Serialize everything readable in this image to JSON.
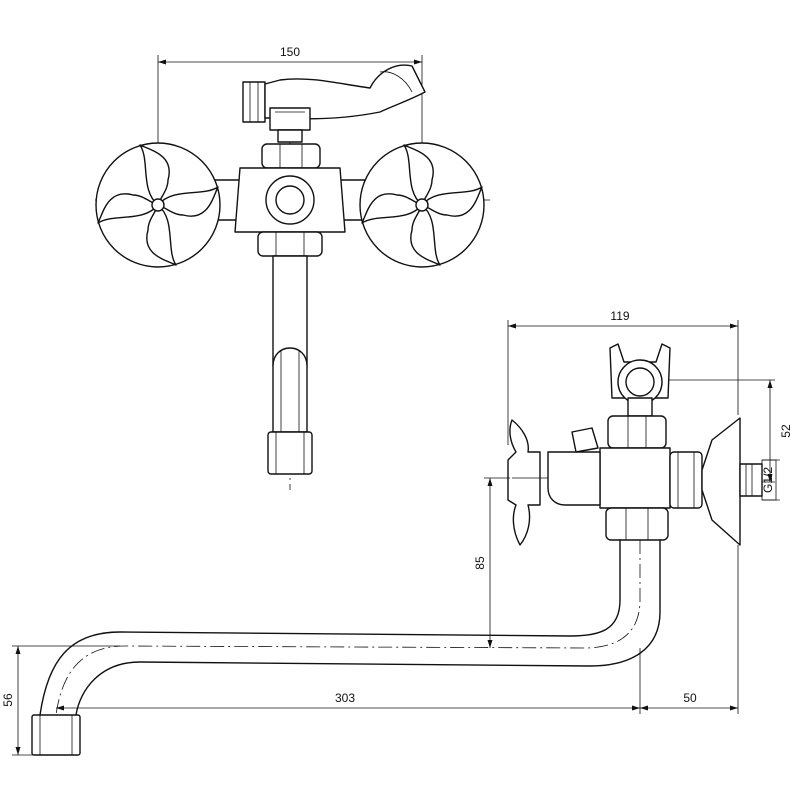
{
  "dimensions": {
    "top_width": "150",
    "side_width": "119",
    "side_height": "52",
    "thread": "G1/2",
    "handle_drop": "85",
    "spout_length": "303",
    "body_depth": "50",
    "spout_height": "56"
  }
}
